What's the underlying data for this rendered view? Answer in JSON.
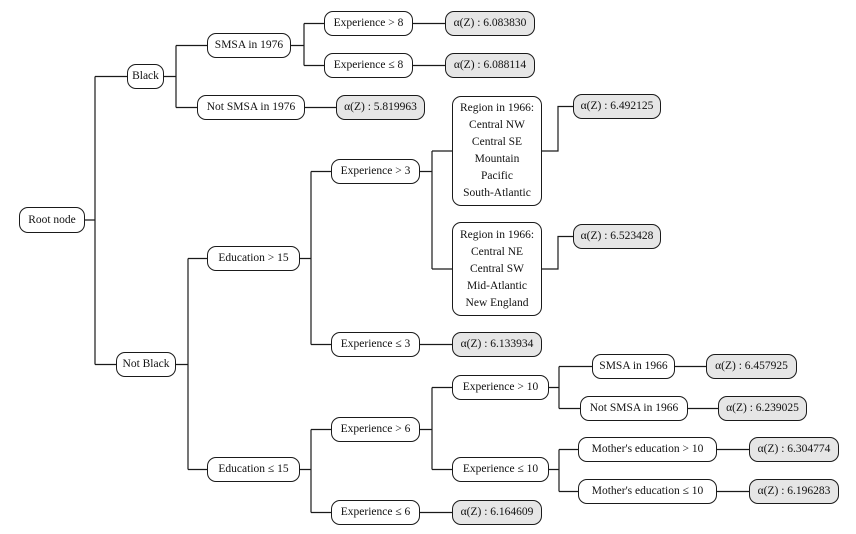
{
  "tree": {
    "root": {
      "label": "Root node"
    },
    "black": {
      "label": "Black",
      "smsa1976": {
        "label": "SMSA in 1976",
        "exp_gt8": {
          "label": "Experience > 8",
          "leaf": "α(Z) : 6.083830"
        },
        "exp_le8": {
          "label": "Experience ≤ 8",
          "leaf": "α(Z) : 6.088114"
        }
      },
      "not_smsa1976": {
        "label": "Not SMSA in 1976",
        "leaf": "α(Z) : 5.819963"
      }
    },
    "not_black": {
      "label": "Not Black",
      "edu_gt15": {
        "label": "Education > 15",
        "exp_gt3": {
          "label": "Experience > 3",
          "region_a": {
            "lines": [
              "Region in 1966:",
              "Central NW",
              "Central SE",
              "Mountain",
              "Pacific",
              "South-Atlantic"
            ],
            "leaf": "α(Z) : 6.492125"
          },
          "region_b": {
            "lines": [
              "Region in 1966:",
              "Central NE",
              "Central SW",
              "Mid-Atlantic",
              "New England"
            ],
            "leaf": "α(Z) : 6.523428"
          }
        },
        "exp_le3": {
          "label": "Experience ≤ 3",
          "leaf": "α(Z) : 6.133934"
        }
      },
      "edu_le15": {
        "label": "Education ≤ 15",
        "exp_gt6": {
          "label": "Experience > 6",
          "exp_gt10": {
            "label": "Experience > 10",
            "smsa1966": {
              "label": "SMSA in 1966",
              "leaf": "α(Z) : 6.457925"
            },
            "not_smsa1966": {
              "label": "Not SMSA in 1966",
              "leaf": "α(Z) : 6.239025"
            }
          },
          "exp_le10": {
            "label": "Experience ≤ 10",
            "mother_gt10": {
              "label": "Mother's education > 10",
              "leaf": "α(Z) : 6.304774"
            },
            "mother_le10": {
              "label": "Mother's education ≤ 10",
              "leaf": "α(Z) : 6.196283"
            }
          }
        },
        "exp_le6": {
          "label": "Experience ≤ 6",
          "leaf": "α(Z) : 6.164609"
        }
      }
    }
  },
  "colors": {
    "leaf_fill": "#e6e6e6",
    "node_fill": "#ffffff",
    "stroke": "#1a1a1a"
  }
}
